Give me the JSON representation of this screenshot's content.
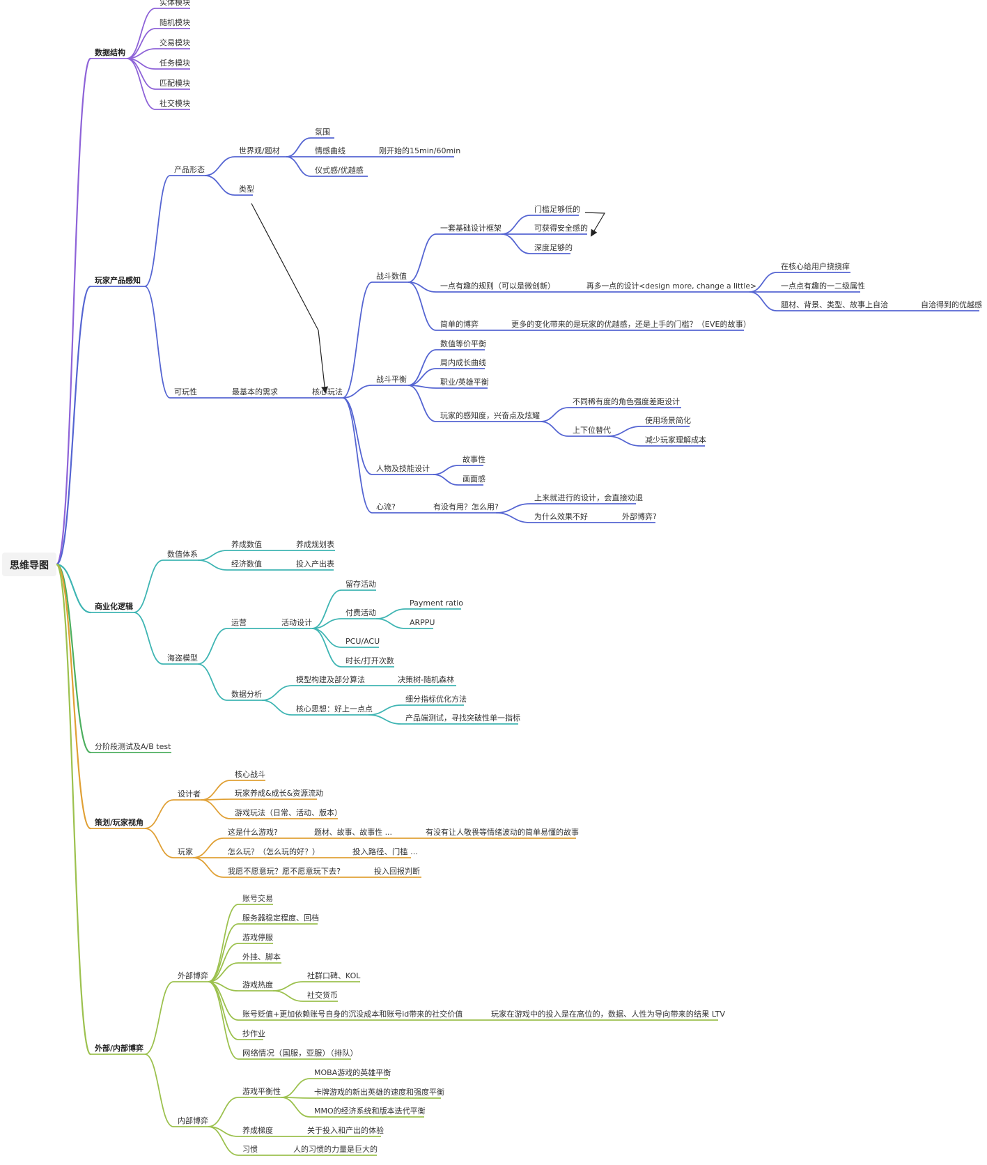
{
  "root": "思维导图",
  "colors": {
    "purple": "#8e63d8",
    "blue": "#5565d2",
    "teal": "#3fb5b3",
    "green": "#4daf5f",
    "orange": "#e0a035",
    "olive": "#9cc14e",
    "arrow": "#222222",
    "text": "#333333",
    "rootBg": "#f3f3f3"
  },
  "nodes": [
    {
      "id": "n1",
      "text": "数据结构",
      "bold": true,
      "color": "purple"
    },
    {
      "id": "n1a",
      "text": "实体模块",
      "color": "purple",
      "textColor": "purple"
    },
    {
      "id": "n1b",
      "text": "随机模块",
      "color": "purple",
      "textColor": "purple"
    },
    {
      "id": "n1c",
      "text": "交易模块",
      "color": "purple",
      "textColor": "purple"
    },
    {
      "id": "n1d",
      "text": "任务模块",
      "color": "purple",
      "textColor": "purple"
    },
    {
      "id": "n1e",
      "text": "匹配模块",
      "color": "purple",
      "textColor": "purple"
    },
    {
      "id": "n1f",
      "text": "社交模块",
      "color": "purple",
      "textColor": "purple"
    },
    {
      "id": "n2",
      "text": "玩家产品感知",
      "bold": true,
      "color": "blue"
    },
    {
      "id": "n2a",
      "text": "产品形态",
      "color": "blue"
    },
    {
      "id": "n2a1",
      "text": "世界观/题材",
      "color": "blue"
    },
    {
      "id": "n2a1a",
      "text": "氛围",
      "color": "blue"
    },
    {
      "id": "n2a1b",
      "text": "情感曲线",
      "color": "blue"
    },
    {
      "id": "n2a1b1",
      "text": "刚开始的15min/60min",
      "color": "blue"
    },
    {
      "id": "n2a1c",
      "text": "仪式感/优越感",
      "color": "blue"
    },
    {
      "id": "n2a2",
      "text": "类型",
      "color": "blue",
      "textColor": "green"
    },
    {
      "id": "n2b",
      "text": "可玩性",
      "color": "blue"
    },
    {
      "id": "n2b1",
      "text": "最基本的需求",
      "color": "blue"
    },
    {
      "id": "n2b2",
      "text": "核心玩法",
      "color": "blue"
    },
    {
      "id": "n3a",
      "text": "战斗数值",
      "color": "blue"
    },
    {
      "id": "n3a1",
      "text": "一套基础设计框架",
      "color": "blue"
    },
    {
      "id": "n3a1a",
      "text": "门槛足够低的",
      "color": "blue"
    },
    {
      "id": "n3a1b",
      "text": "可获得安全感的",
      "color": "blue"
    },
    {
      "id": "n3a1c",
      "text": "深度足够的",
      "color": "blue"
    },
    {
      "id": "n3a2",
      "text": "一点有趣的规则（可以是微创新）",
      "color": "blue"
    },
    {
      "id": "n3a2a",
      "text": "再多一点的设计<design more, change a little>",
      "color": "blue"
    },
    {
      "id": "n3a2a1",
      "text": "在核心给用户挠挠痒",
      "color": "blue"
    },
    {
      "id": "n3a2a2",
      "text": "一点点有趣的一二级属性",
      "color": "blue"
    },
    {
      "id": "n3a2a3",
      "text": "题材、背景、类型、故事上自洽",
      "color": "blue"
    },
    {
      "id": "n3a2a3a",
      "text": "自洽得到的优越感",
      "color": "blue"
    },
    {
      "id": "n3a3",
      "text": "简单的博弈",
      "color": "blue"
    },
    {
      "id": "n3a3a",
      "text": "更多的变化带来的是玩家的优越感，还是上手的门槛？（EVE的故事）",
      "color": "blue",
      "textColor": "purple"
    },
    {
      "id": "n3b",
      "text": "战斗平衡",
      "color": "blue",
      "textColor": "purple"
    },
    {
      "id": "n3b1",
      "text": "数值等价平衡",
      "color": "blue"
    },
    {
      "id": "n3b2",
      "text": "局内成长曲线",
      "color": "blue"
    },
    {
      "id": "n3b3",
      "text": "职业/英雄平衡",
      "color": "blue"
    },
    {
      "id": "n3b4",
      "text": "玩家的感知度，兴奋点及炫耀",
      "color": "blue"
    },
    {
      "id": "n3b4a",
      "text": "不同稀有度的角色强度差距设计",
      "color": "blue"
    },
    {
      "id": "n3b4b",
      "text": "上下位替代",
      "color": "blue"
    },
    {
      "id": "n3b4b1",
      "text": "使用场景简化",
      "color": "blue"
    },
    {
      "id": "n3b4b2",
      "text": "减少玩家理解成本",
      "color": "blue"
    },
    {
      "id": "n3c",
      "text": "人物及技能设计",
      "color": "blue"
    },
    {
      "id": "n3c1",
      "text": "故事性",
      "color": "blue"
    },
    {
      "id": "n3c2",
      "text": "画面感",
      "color": "blue"
    },
    {
      "id": "n3d",
      "text": "心流?",
      "color": "blue"
    },
    {
      "id": "n3d1",
      "text": "有没有用？怎么用?",
      "color": "blue"
    },
    {
      "id": "n3d1a",
      "text": "上来就进行的设计，会直接劝退",
      "color": "blue"
    },
    {
      "id": "n3d1b",
      "text": "为什么效果不好",
      "color": "blue"
    },
    {
      "id": "n3d1b1",
      "text": "外部博弈?",
      "color": "blue"
    },
    {
      "id": "n4",
      "text": "商业化逻辑",
      "bold": true,
      "color": "teal"
    },
    {
      "id": "n4a",
      "text": "数值体系",
      "color": "teal"
    },
    {
      "id": "n4a1",
      "text": "养成数值",
      "color": "teal"
    },
    {
      "id": "n4a1a",
      "text": "养成规划表",
      "color": "teal",
      "textColor": "purple"
    },
    {
      "id": "n4a2",
      "text": "经济数值",
      "color": "teal"
    },
    {
      "id": "n4a2a",
      "text": "投入产出表",
      "color": "teal",
      "textColor": "purple"
    },
    {
      "id": "n4b",
      "text": "海盗模型",
      "color": "teal",
      "textColor": "green"
    },
    {
      "id": "n4b1",
      "text": "运营",
      "color": "teal"
    },
    {
      "id": "n4b1a",
      "text": "活动设计",
      "color": "teal",
      "textColor": "purple"
    },
    {
      "id": "n4b1a1",
      "text": "留存活动",
      "color": "teal"
    },
    {
      "id": "n4b1a2",
      "text": "付费活动",
      "color": "teal"
    },
    {
      "id": "n4b1a2a",
      "text": "Payment ratio",
      "color": "teal"
    },
    {
      "id": "n4b1a2b",
      "text": "ARPPU",
      "color": "teal"
    },
    {
      "id": "n4b1a3",
      "text": "PCU/ACU",
      "color": "teal"
    },
    {
      "id": "n4b1a4",
      "text": "时长/打开次数",
      "color": "teal"
    },
    {
      "id": "n4b2",
      "text": "数据分析",
      "color": "teal"
    },
    {
      "id": "n4b2a",
      "text": "模型构建及部分算法",
      "color": "teal",
      "textColor": "purple"
    },
    {
      "id": "n4b2a1",
      "text": "决策树-随机森林",
      "color": "teal"
    },
    {
      "id": "n4b2b",
      "text": "核心思想：好上一点点",
      "color": "teal",
      "textColor": "purple"
    },
    {
      "id": "n4b2b1",
      "text": "细分指标优化方法",
      "color": "teal"
    },
    {
      "id": "n4b2b2",
      "text": "产品端测试，寻找突破性单一指标",
      "color": "teal"
    },
    {
      "id": "n5",
      "text": "分阶段测试及A/B test",
      "color": "green",
      "textColor": "purple"
    },
    {
      "id": "n6",
      "text": "策划/玩家视角",
      "bold": true,
      "color": "orange"
    },
    {
      "id": "n6a",
      "text": "设计者",
      "color": "orange"
    },
    {
      "id": "n6a1",
      "text": "核心战斗",
      "color": "orange"
    },
    {
      "id": "n6a2",
      "text": "玩家养成&成长&资源流动",
      "color": "orange"
    },
    {
      "id": "n6a3",
      "text": "游戏玩法（日常、活动、版本）",
      "color": "orange"
    },
    {
      "id": "n6b",
      "text": "玩家",
      "color": "orange"
    },
    {
      "id": "n6b1",
      "text": "这是什么游戏?",
      "color": "orange"
    },
    {
      "id": "n6b1a",
      "text": "题材、故事、故事性 ...",
      "color": "orange"
    },
    {
      "id": "n6b1a1",
      "text": "有没有让人敬畏等情绪波动的简单易懂的故事",
      "color": "orange"
    },
    {
      "id": "n6b2",
      "text": "怎么玩？（怎么玩的好？）",
      "color": "orange"
    },
    {
      "id": "n6b2a",
      "text": "投入路径、门槛 ...",
      "color": "orange"
    },
    {
      "id": "n6b3",
      "text": "我愿不愿意玩？愿不愿意玩下去?",
      "color": "orange"
    },
    {
      "id": "n6b3a",
      "text": "投入回报判断",
      "color": "orange"
    },
    {
      "id": "n7",
      "text": "外部/内部博弈",
      "bold": true,
      "color": "olive"
    },
    {
      "id": "n7a",
      "text": "外部博弈",
      "color": "olive"
    },
    {
      "id": "n7a1",
      "text": "账号交易",
      "color": "olive"
    },
    {
      "id": "n7a2",
      "text": "服务器稳定程度、回档",
      "color": "olive"
    },
    {
      "id": "n7a3",
      "text": "游戏停服",
      "color": "olive"
    },
    {
      "id": "n7a4",
      "text": "外挂、脚本",
      "color": "olive"
    },
    {
      "id": "n7a5",
      "text": "游戏热度",
      "color": "olive"
    },
    {
      "id": "n7a5a",
      "text": "社群口碑、KOL",
      "color": "olive"
    },
    {
      "id": "n7a5b",
      "text": "社交货币",
      "color": "olive"
    },
    {
      "id": "n7a6",
      "text": "账号贬值+更加依赖账号自身的沉没成本和账号id带来的社交价值",
      "color": "olive"
    },
    {
      "id": "n7a6a",
      "text": "玩家在游戏中的投入是在高位的，数据、人性为导向带来的结果 LTV",
      "color": "olive"
    },
    {
      "id": "n7a7",
      "text": "抄作业",
      "color": "olive"
    },
    {
      "id": "n7a8",
      "text": "网络情况（国服，亚服）（排队）",
      "color": "olive"
    },
    {
      "id": "n7b",
      "text": "内部博弈",
      "color": "olive"
    },
    {
      "id": "n7b1",
      "text": "游戏平衡性",
      "color": "olive"
    },
    {
      "id": "n7b1a",
      "text": "MOBA游戏的英雄平衡",
      "color": "olive"
    },
    {
      "id": "n7b1b",
      "text": "卡牌游戏的新出英雄的速度和强度平衡",
      "color": "olive"
    },
    {
      "id": "n7b1c",
      "text": "MMO的经济系统和版本迭代平衡",
      "color": "olive"
    },
    {
      "id": "n7b2",
      "text": "养成梯度",
      "color": "olive"
    },
    {
      "id": "n7b2a",
      "text": "关于投入和产出的体验",
      "color": "olive"
    },
    {
      "id": "n7b3",
      "text": "习惯",
      "color": "olive"
    },
    {
      "id": "n7b3a",
      "text": "人的习惯的力量是巨大的",
      "color": "olive"
    }
  ],
  "edges": [
    [
      "root",
      "n1"
    ],
    [
      "n1",
      "n1a"
    ],
    [
      "n1",
      "n1b"
    ],
    [
      "n1",
      "n1c"
    ],
    [
      "n1",
      "n1d"
    ],
    [
      "n1",
      "n1e"
    ],
    [
      "n1",
      "n1f"
    ],
    [
      "root",
      "n2"
    ],
    [
      "n2",
      "n2a"
    ],
    [
      "n2a",
      "n2a1"
    ],
    [
      "n2a1",
      "n2a1a"
    ],
    [
      "n2a1",
      "n2a1b"
    ],
    [
      "n2a1b",
      "n2a1b1"
    ],
    [
      "n2a1",
      "n2a1c"
    ],
    [
      "n2a",
      "n2a2"
    ],
    [
      "n2",
      "n2b"
    ],
    [
      "n2b",
      "n2b1"
    ],
    [
      "n2b1",
      "n2b2"
    ],
    [
      "n2b2",
      "n3a"
    ],
    [
      "n3a",
      "n3a1"
    ],
    [
      "n3a1",
      "n3a1a"
    ],
    [
      "n3a1",
      "n3a1b"
    ],
    [
      "n3a1",
      "n3a1c"
    ],
    [
      "n3a",
      "n3a2"
    ],
    [
      "n3a2",
      "n3a2a"
    ],
    [
      "n3a2a",
      "n3a2a1"
    ],
    [
      "n3a2a",
      "n3a2a2"
    ],
    [
      "n3a2a",
      "n3a2a3"
    ],
    [
      "n3a2a3",
      "n3a2a3a"
    ],
    [
      "n3a",
      "n3a3"
    ],
    [
      "n3a3",
      "n3a3a"
    ],
    [
      "n2b2",
      "n3b"
    ],
    [
      "n3b",
      "n3b1"
    ],
    [
      "n3b",
      "n3b2"
    ],
    [
      "n3b",
      "n3b3"
    ],
    [
      "n3b",
      "n3b4"
    ],
    [
      "n3b4",
      "n3b4a"
    ],
    [
      "n3b4",
      "n3b4b"
    ],
    [
      "n3b4b",
      "n3b4b1"
    ],
    [
      "n3b4b",
      "n3b4b2"
    ],
    [
      "n2b2",
      "n3c"
    ],
    [
      "n3c",
      "n3c1"
    ],
    [
      "n3c",
      "n3c2"
    ],
    [
      "n2b2",
      "n3d"
    ],
    [
      "n3d",
      "n3d1"
    ],
    [
      "n3d1",
      "n3d1a"
    ],
    [
      "n3d1",
      "n3d1b"
    ],
    [
      "n3d1b",
      "n3d1b1"
    ],
    [
      "root",
      "n4"
    ],
    [
      "n4",
      "n4a"
    ],
    [
      "n4a",
      "n4a1"
    ],
    [
      "n4a1",
      "n4a1a"
    ],
    [
      "n4a",
      "n4a2"
    ],
    [
      "n4a2",
      "n4a2a"
    ],
    [
      "n4",
      "n4b"
    ],
    [
      "n4b",
      "n4b1"
    ],
    [
      "n4b1",
      "n4b1a"
    ],
    [
      "n4b1a",
      "n4b1a1"
    ],
    [
      "n4b1a",
      "n4b1a2"
    ],
    [
      "n4b1a2",
      "n4b1a2a"
    ],
    [
      "n4b1a2",
      "n4b1a2b"
    ],
    [
      "n4b1a",
      "n4b1a3"
    ],
    [
      "n4b1a",
      "n4b1a4"
    ],
    [
      "n4b",
      "n4b2"
    ],
    [
      "n4b2",
      "n4b2a"
    ],
    [
      "n4b2a",
      "n4b2a1"
    ],
    [
      "n4b2",
      "n4b2b"
    ],
    [
      "n4b2b",
      "n4b2b1"
    ],
    [
      "n4b2b",
      "n4b2b2"
    ],
    [
      "root",
      "n5"
    ],
    [
      "root",
      "n6"
    ],
    [
      "n6",
      "n6a"
    ],
    [
      "n6a",
      "n6a1"
    ],
    [
      "n6a",
      "n6a2"
    ],
    [
      "n6a",
      "n6a3"
    ],
    [
      "n6",
      "n6b"
    ],
    [
      "n6b",
      "n6b1"
    ],
    [
      "n6b1",
      "n6b1a"
    ],
    [
      "n6b1a",
      "n6b1a1"
    ],
    [
      "n6b",
      "n6b2"
    ],
    [
      "n6b2",
      "n6b2a"
    ],
    [
      "n6b",
      "n6b3"
    ],
    [
      "n6b3",
      "n6b3a"
    ],
    [
      "root",
      "n7"
    ],
    [
      "n7",
      "n7a"
    ],
    [
      "n7a",
      "n7a1"
    ],
    [
      "n7a",
      "n7a2"
    ],
    [
      "n7a",
      "n7a3"
    ],
    [
      "n7a",
      "n7a4"
    ],
    [
      "n7a",
      "n7a5"
    ],
    [
      "n7a5",
      "n7a5a"
    ],
    [
      "n7a5",
      "n7a5b"
    ],
    [
      "n7a",
      "n7a6"
    ],
    [
      "n7a6",
      "n7a6a"
    ],
    [
      "n7a",
      "n7a7"
    ],
    [
      "n7a",
      "n7a8"
    ],
    [
      "n7",
      "n7b"
    ],
    [
      "n7b",
      "n7b1"
    ],
    [
      "n7b1",
      "n7b1a"
    ],
    [
      "n7b1",
      "n7b1b"
    ],
    [
      "n7b1",
      "n7b1c"
    ],
    [
      "n7b",
      "n7b2"
    ],
    [
      "n7b2",
      "n7b2a"
    ],
    [
      "n7b",
      "n7b3"
    ],
    [
      "n7b3",
      "n7b3a"
    ]
  ]
}
